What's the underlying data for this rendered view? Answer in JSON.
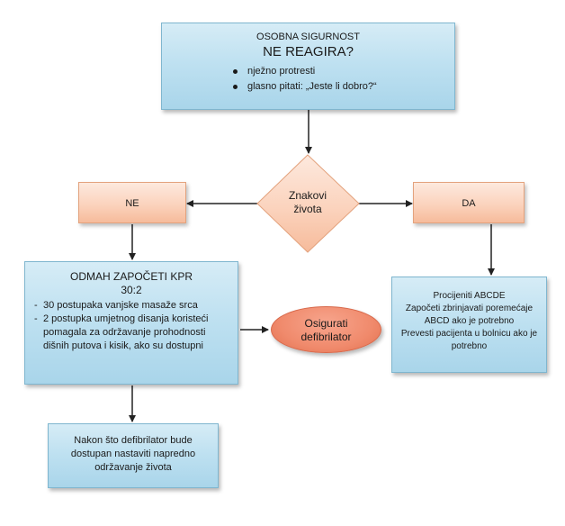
{
  "top_box": {
    "heading": "OSOBNA SIGURNOST",
    "title": "NE REAGIRA?",
    "bullets": [
      "nježno protresti",
      "glasno pitati: „Jeste li dobro?“"
    ]
  },
  "decision": {
    "line1": "Znakovi",
    "line2": "života"
  },
  "ne_box": {
    "label": "NE"
  },
  "da_box": {
    "label": "DA"
  },
  "kpr_box": {
    "title_line1": "ODMAH ZAPOČETI KPR",
    "title_line2": "30:2",
    "items": [
      "30 postupaka vanjske masaže srca",
      "2 postupka umjetnog disanja koristeći pomagala za održavanje prohodnosti dišnih putova i kisik, ako su dostupni"
    ]
  },
  "defib_oval": {
    "line1": "Osigurati",
    "line2": "defibrilator"
  },
  "abcde_box": {
    "lines": [
      "Procijeniti ABCDE",
      "Započeti zbrinjavati poremećaje ABCD ako je potrebno",
      "Prevesti pacijenta u bolnicu ako je potrebno"
    ]
  },
  "advanced_box": {
    "text": "Nakon što defibrilator bude dostupan nastaviti napredno održavanje života"
  },
  "colors": {
    "blue_box": "#bfe1f1",
    "peach_box": "#fbd3bd",
    "oval": "#f08a6c",
    "arrow": "#222222"
  }
}
